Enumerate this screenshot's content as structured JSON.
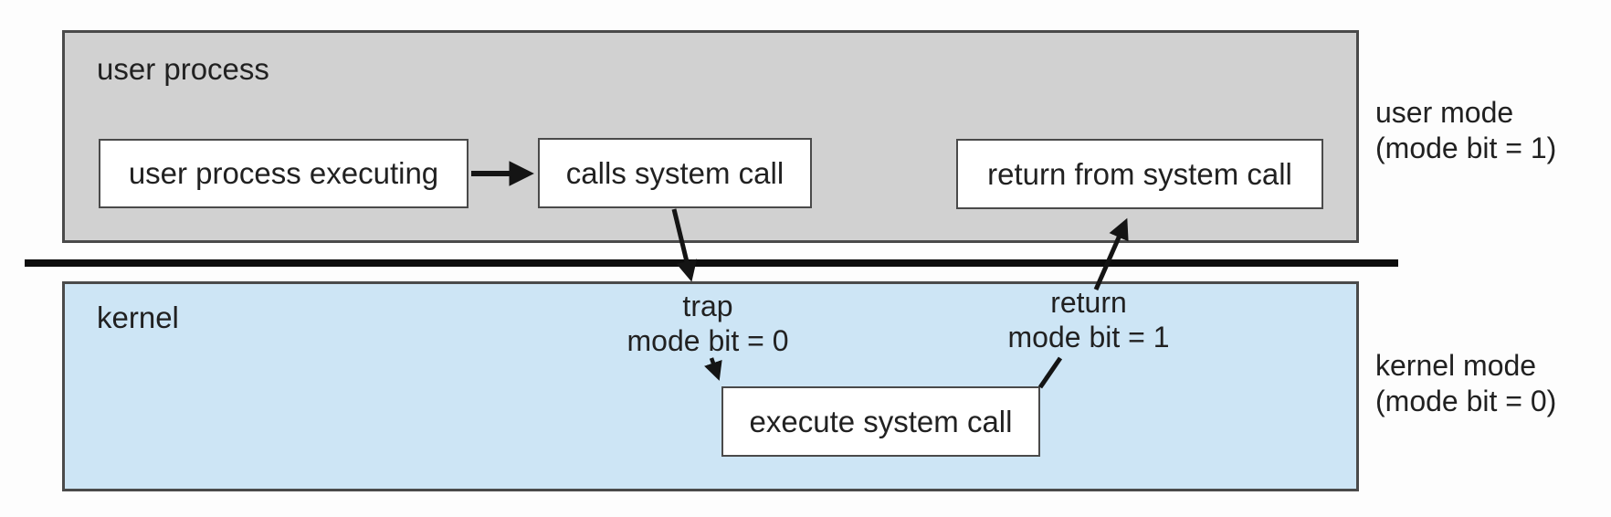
{
  "regions": {
    "user_process": {
      "label": "user process"
    },
    "kernel": {
      "label": "kernel"
    }
  },
  "boxes": {
    "user_process_executing": "user process executing",
    "calls_system_call": "calls system call",
    "return_from_system_call": "return from system call",
    "execute_system_call": "execute system call"
  },
  "transitions": {
    "trap": {
      "line1": "trap",
      "line2": "mode bit = 0"
    },
    "return": {
      "line1": "return",
      "line2": "mode bit = 1"
    }
  },
  "side_labels": {
    "user_mode": {
      "line1": "user mode",
      "line2": "(mode bit = 1)"
    },
    "kernel_mode": {
      "line1": "kernel mode",
      "line2": "(mode bit = 0)"
    }
  },
  "colors": {
    "user_region_fill": "#d1d1d1",
    "kernel_region_fill": "#cde5f5",
    "box_fill": "#ffffff",
    "border": "#4a4a4a",
    "divider": "#0d0d0d",
    "arrow": "#141414",
    "text": "#212121",
    "background": "#fdfdfd"
  }
}
